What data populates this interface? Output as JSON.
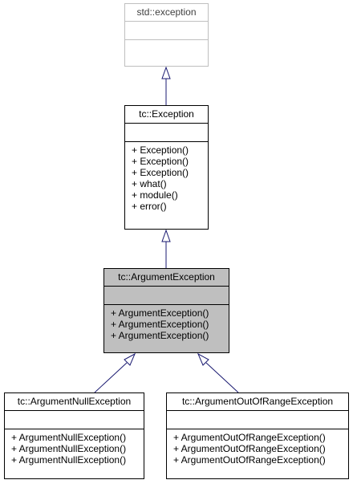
{
  "classes": {
    "std_exception": {
      "name": "std::exception",
      "attributes": [],
      "operations": []
    },
    "tc_exception": {
      "name": "tc::Exception",
      "attributes": [],
      "operations": [
        "+ Exception()",
        "+ Exception()",
        "+ Exception()",
        "+ what()",
        "+ module()",
        "+ error()"
      ]
    },
    "tc_argument_exception": {
      "name": "tc::ArgumentException",
      "attributes": [],
      "operations": [
        "+ ArgumentException()",
        "+ ArgumentException()",
        "+ ArgumentException()"
      ]
    },
    "tc_argument_null_exception": {
      "name": "tc::ArgumentNullException",
      "attributes": [],
      "operations": [
        "+ ArgumentNullException()",
        "+ ArgumentNullException()",
        "+ ArgumentNullException()"
      ]
    },
    "tc_argument_out_of_range_exception": {
      "name": "tc::ArgumentOutOfRangeException",
      "attributes": [],
      "operations": [
        "+ ArgumentOutOfRangeException()",
        "+ ArgumentOutOfRangeException()",
        "+ ArgumentOutOfRangeException()"
      ]
    }
  },
  "colors": {
    "edge": "#191970",
    "border": "#000000",
    "muted_border": "#bfbfbf",
    "highlight_fill": "#bfbfbf"
  }
}
